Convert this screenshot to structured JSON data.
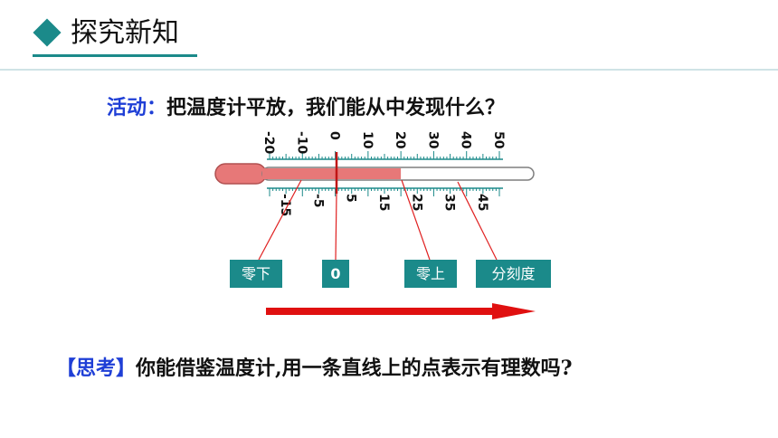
{
  "header": {
    "title": "探究新知"
  },
  "activity": {
    "label": "活动：",
    "text": "把温度计平放，我们能从中发现什么？"
  },
  "scale": {
    "top_labels": [
      "-20",
      "-10",
      "0",
      "10",
      "20",
      "30",
      "40",
      "50"
    ],
    "bottom_labels": [
      "-15",
      "-5",
      "5",
      "15",
      "25",
      "35",
      "45"
    ],
    "current_value": 20,
    "min": -20,
    "max": 50
  },
  "tags": {
    "below_zero": "零下",
    "zero": "0",
    "above_zero": "零上",
    "division": "分刻度"
  },
  "think": {
    "label": "【思考】",
    "text": "你能借鉴温度计,用一条直线上的点表示有理数吗?"
  },
  "colors": {
    "accent": "#1b8a8a",
    "liquid": "#e77878",
    "arrow": "#e01010",
    "label_blue": "#1f3fd6"
  }
}
